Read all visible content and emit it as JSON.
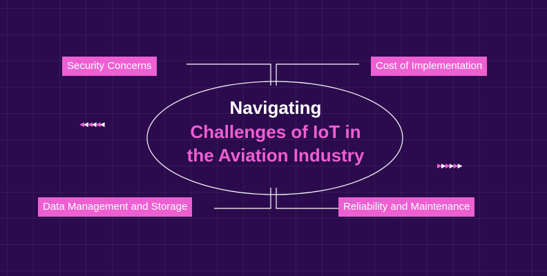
{
  "title": {
    "line1": "Navigating",
    "line2": "Challenges of IoT in",
    "line3": "the Aviation Industry"
  },
  "labels": {
    "top_left": "Security Concerns",
    "top_right": "Cost of Implementation",
    "bottom_left": "Data Management and Storage",
    "bottom_right": "Reliability and Maintenance"
  },
  "colors": {
    "background": "#2b0b4d",
    "accent": "#ee5fd2",
    "text": "#ffffff"
  }
}
